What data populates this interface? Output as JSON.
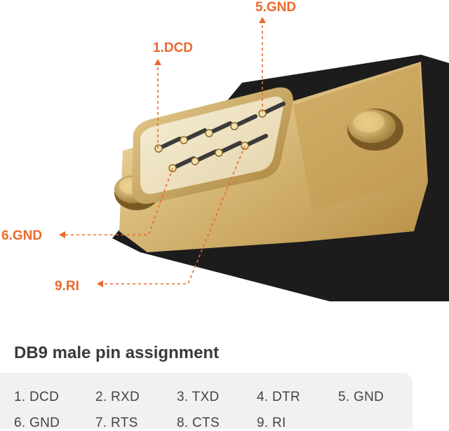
{
  "callouts": {
    "pin5": "5.GND",
    "pin1": "1.DCD",
    "pin6": "6.GND",
    "pin9": "9.RI"
  },
  "title": "DB9 male pin assignment",
  "pins": {
    "row1": [
      "1. DCD",
      "2. RXD",
      "3. TXD",
      "4. DTR",
      "5. GND"
    ],
    "row2": [
      "6. GND",
      "7. RTS",
      "8. CTS",
      "9. RI"
    ]
  },
  "colors": {
    "accent": "#ea6a2a",
    "gold": "#c9a75a",
    "housing": "#1c1c1c",
    "table_bg": "#f1f1f1"
  }
}
